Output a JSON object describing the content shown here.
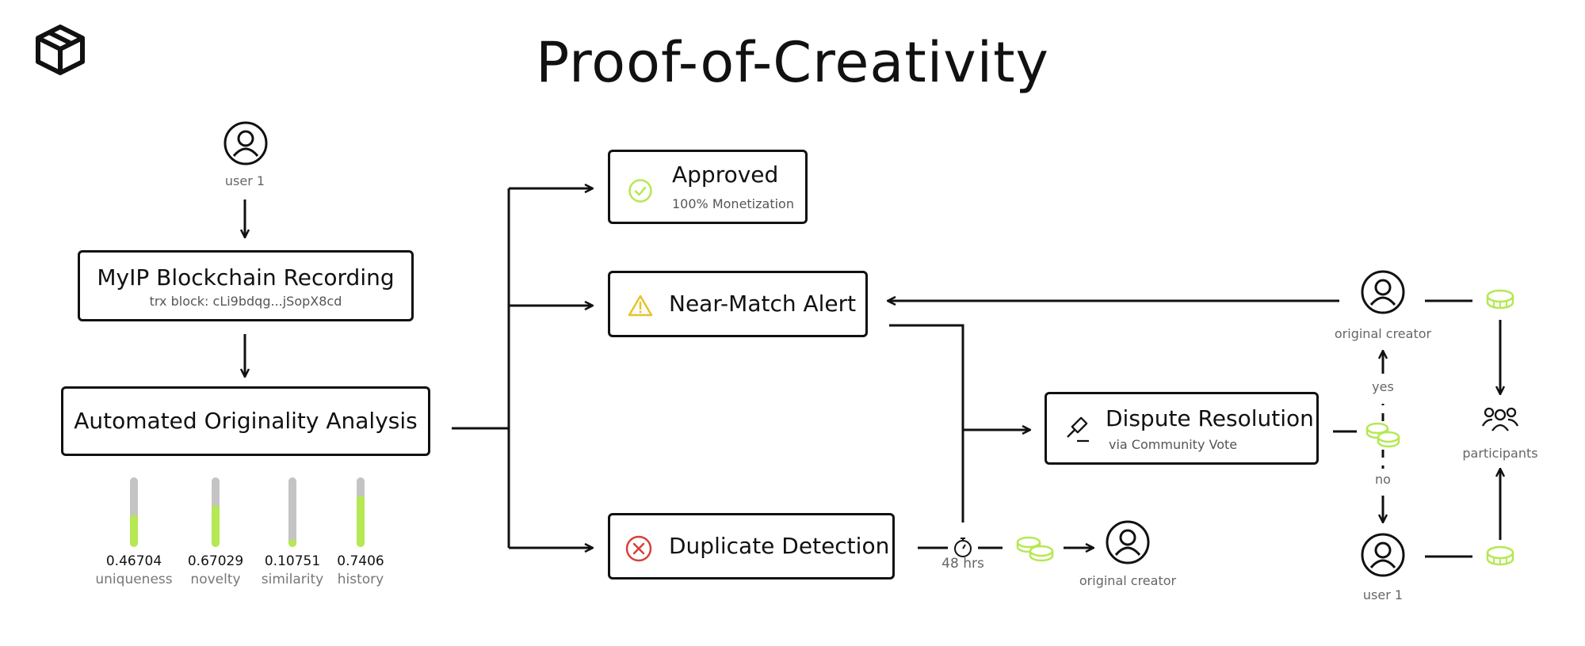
{
  "title": "Proof-of-Creativity",
  "user_top_label": "user 1",
  "recording": {
    "title": "MyIP Blockchain Recording",
    "sub": "trx block: cLi9bdqg...jSopX8cd"
  },
  "analysis": {
    "title": "Automated Originality Analysis"
  },
  "metrics": [
    {
      "value": "0.46704",
      "label": "uniqueness",
      "fill": 0.47
    },
    {
      "value": "0.67029",
      "label": "novelty",
      "fill": 0.6
    },
    {
      "value": "0.10751",
      "label": "similarity",
      "fill": 0.11
    },
    {
      "value": "0.7406",
      "label": "history",
      "fill": 0.74
    }
  ],
  "approved": {
    "title": "Approved",
    "sub": "100% Monetization"
  },
  "near_match": {
    "title": "Near-Match Alert"
  },
  "duplicate": {
    "title": "Duplicate Detection"
  },
  "dispute": {
    "title": "Dispute Resolution",
    "sub": "via Community Vote"
  },
  "timer_label": "48 hrs",
  "original_creator_bottom": "original creator",
  "original_creator_top": "original creator",
  "participants_label": "participants",
  "yes_label": "yes",
  "no_label": "no",
  "user_bottom_label": "user 1",
  "colors": {
    "accent": "#b5e853",
    "warning": "#e8c22a",
    "error": "#d9403a",
    "line": "#111111"
  }
}
